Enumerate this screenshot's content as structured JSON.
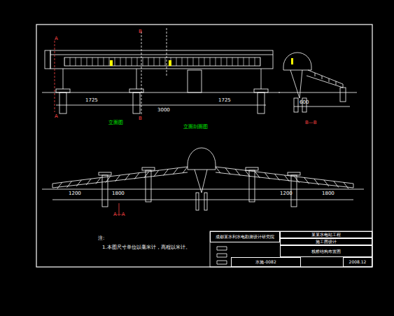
{
  "diagram": {
    "nodes": [
      {
        "text": [
          "成都某水利水电勘测设计研究院"
        ]
      },
      {
        "text": [
          "某某水电站工程"
        ]
      },
      {
        "text": [
          "施工图设计"
        ]
      },
      {
        "text": [
          "栈桥结构布置图"
        ]
      },
      {
        "text": [
          "水施-0082"
        ]
      },
      {
        "text": [
          "2008.12"
        ]
      }
    ],
    "labels": [
      "A",
      "A",
      "B",
      "B",
      "立面图",
      "B—B",
      "1725",
      "3000",
      "1725",
      "600",
      "A—A",
      "立面剖面图",
      "1200",
      "1800",
      "1200",
      "1800",
      "注:",
      "1.本图尺寸单位以毫米计，高程以米计。"
    ]
  }
}
